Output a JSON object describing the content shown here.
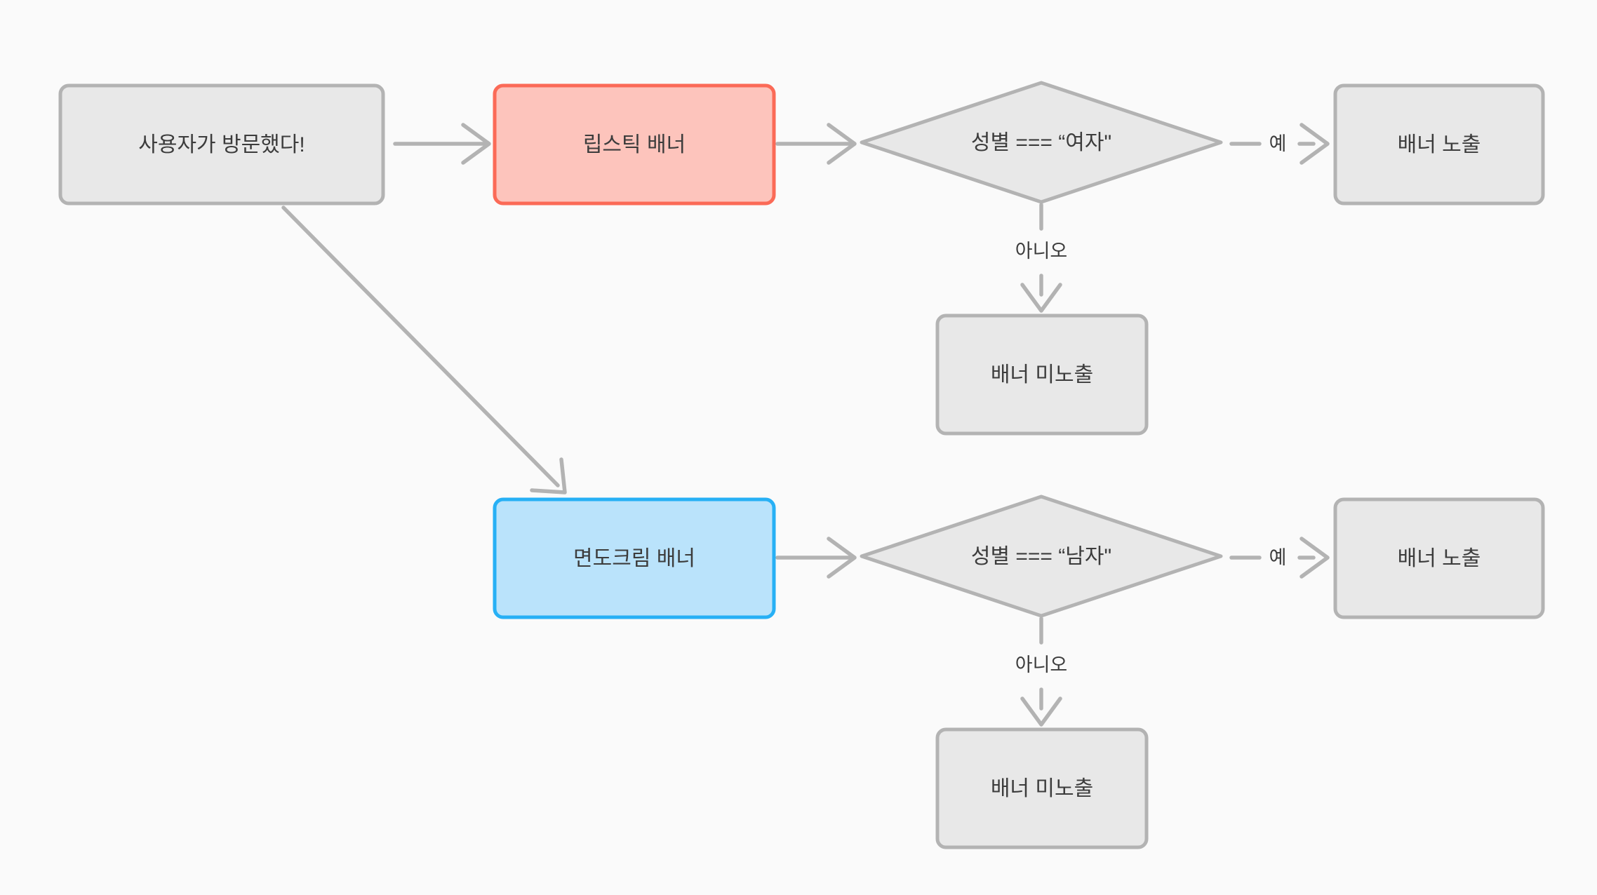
{
  "diagram": {
    "title": "banner-targeting-flowchart",
    "background_color": "#fafafa",
    "default_node_fill": "#e8e8e8",
    "default_node_stroke": "#b3b3b3",
    "edge_color": "#b3b3b3",
    "text_color": "#3c3c3c"
  },
  "nodes": {
    "start": {
      "label": "사용자가 방문했다!",
      "shape": "rounded-rect",
      "fill": "#e8e8e8",
      "stroke": "#b3b3b3"
    },
    "lipstick_banner": {
      "label": "립스틱 배너",
      "shape": "rounded-rect",
      "fill": "#fdc4bc",
      "stroke": "#fb6a57"
    },
    "shavecream_banner": {
      "label": "면도크림 배너",
      "shape": "rounded-rect",
      "fill": "#bae3fb",
      "stroke": "#27b0f5"
    },
    "decision_female": {
      "label": "성별 === “여자\"",
      "shape": "diamond",
      "fill": "#e8e8e8",
      "stroke": "#b3b3b3"
    },
    "decision_male": {
      "label": "성별 === “남자\"",
      "shape": "diamond",
      "fill": "#e8e8e8",
      "stroke": "#b3b3b3"
    },
    "show_banner_top": {
      "label": "배너 노출",
      "shape": "rounded-rect",
      "fill": "#e8e8e8",
      "stroke": "#b3b3b3"
    },
    "hide_banner_top": {
      "label": "배너 미노출",
      "shape": "rounded-rect",
      "fill": "#e8e8e8",
      "stroke": "#b3b3b3"
    },
    "show_banner_bottom": {
      "label": "배너 노출",
      "shape": "rounded-rect",
      "fill": "#e8e8e8",
      "stroke": "#b3b3b3"
    },
    "hide_banner_bottom": {
      "label": "배너 미노출",
      "shape": "rounded-rect",
      "fill": "#e8e8e8",
      "stroke": "#b3b3b3"
    }
  },
  "edges": {
    "start_to_lipstick": {
      "label": ""
    },
    "start_to_shavecream": {
      "label": ""
    },
    "lipstick_to_decision_female": {
      "label": ""
    },
    "shavecream_to_decision_male": {
      "label": ""
    },
    "female_yes": {
      "label": "예"
    },
    "female_no": {
      "label": "아니오"
    },
    "male_yes": {
      "label": "예"
    },
    "male_no": {
      "label": "아니오"
    }
  }
}
